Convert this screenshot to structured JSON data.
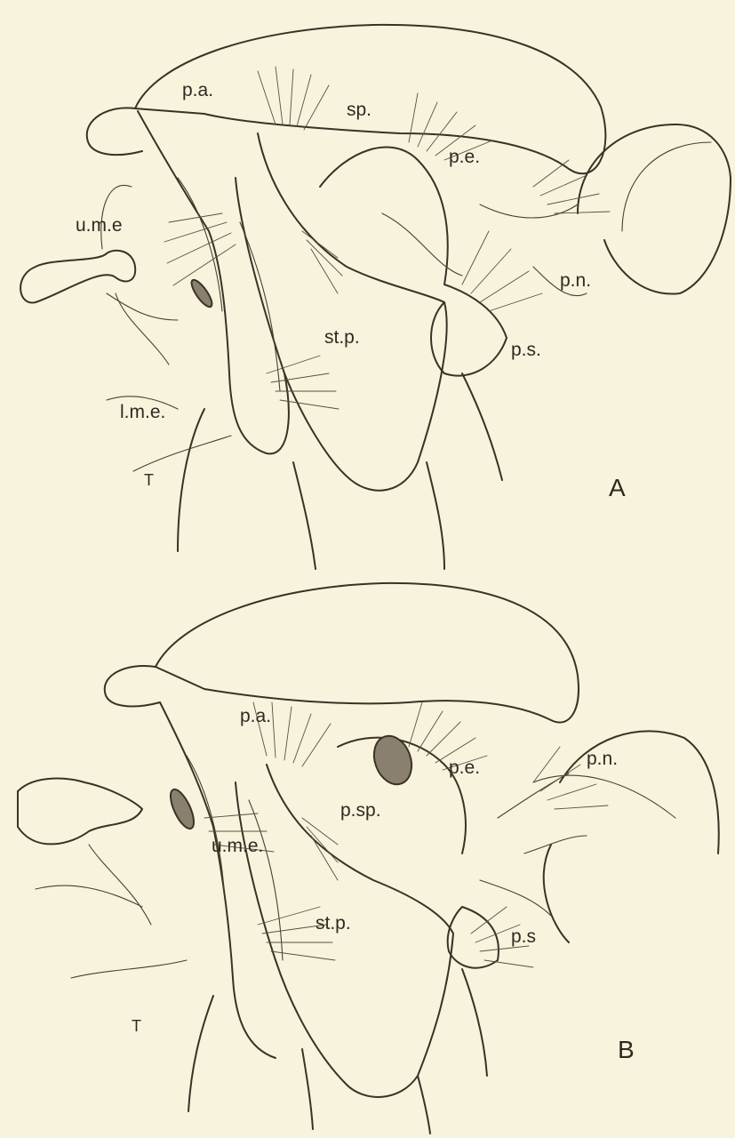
{
  "figure_a": {
    "panel_label": "A",
    "labels": {
      "pa": "p.a.",
      "sp": "sp.",
      "pe": "p.e.",
      "ume": "u.m.e",
      "pn": "p.n.",
      "stp": "st.p.",
      "ps": "p.s.",
      "lme": "l.m.e."
    },
    "signature": "T"
  },
  "figure_b": {
    "panel_label": "B",
    "labels": {
      "pa": "p.a.",
      "pe": "p.e.",
      "pn": "p.n.",
      "psp": "p.sp.",
      "ume": "u.m.e.",
      "stp": "st.p.",
      "ps": "p.s"
    },
    "signature": "T"
  },
  "colors": {
    "paper": "#f7f3dd",
    "ink": "#3a3226"
  }
}
